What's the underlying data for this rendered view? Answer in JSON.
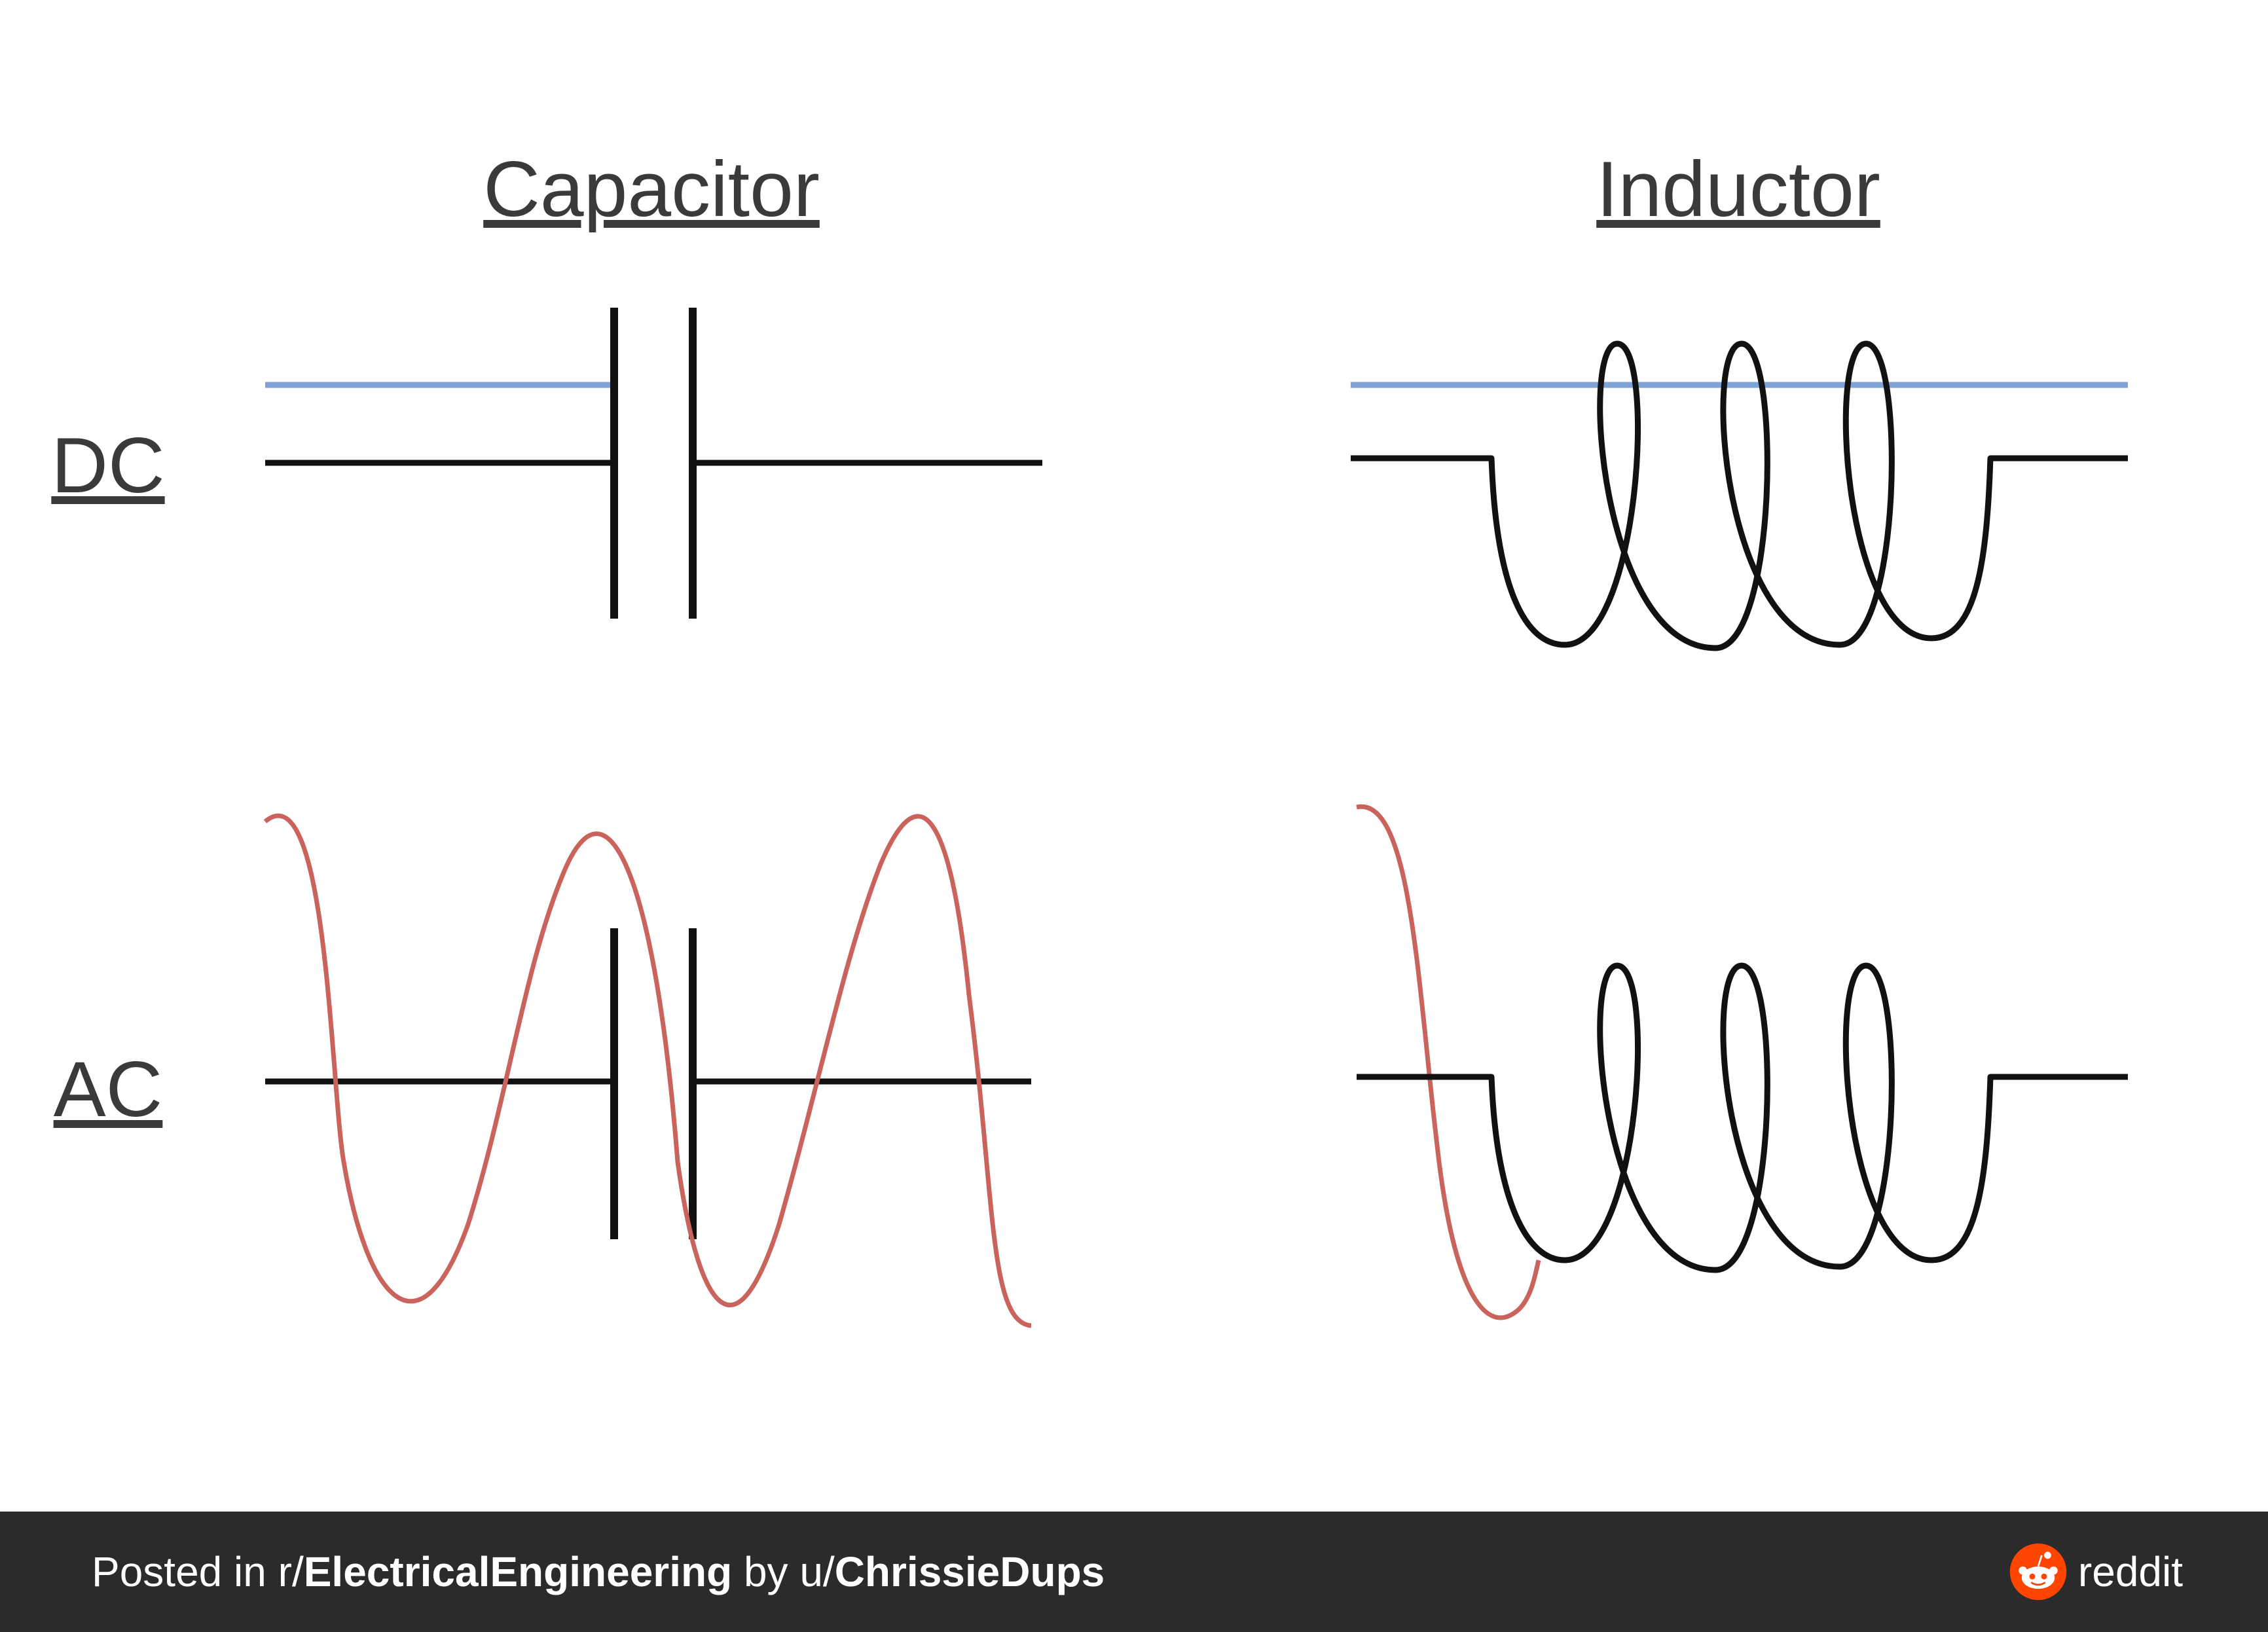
{
  "titles": {
    "capacitor": "Capacitor",
    "inductor": "Inductor"
  },
  "row_labels": {
    "dc": "DC",
    "ac": "AC"
  },
  "colors": {
    "wire": "#111111",
    "dc_signal": "#7fa3d6",
    "ac_signal": "#c9635c",
    "footer_bg": "#2b2b2b",
    "reddit_orange": "#ff4500"
  },
  "footer": {
    "prefix": "Posted in r/",
    "subreddit": "ElectricalEngineering",
    "by": " by u/",
    "user": "ChrissieDups",
    "brand": "reddit",
    "brand_icon": "reddit-snoo-icon"
  }
}
